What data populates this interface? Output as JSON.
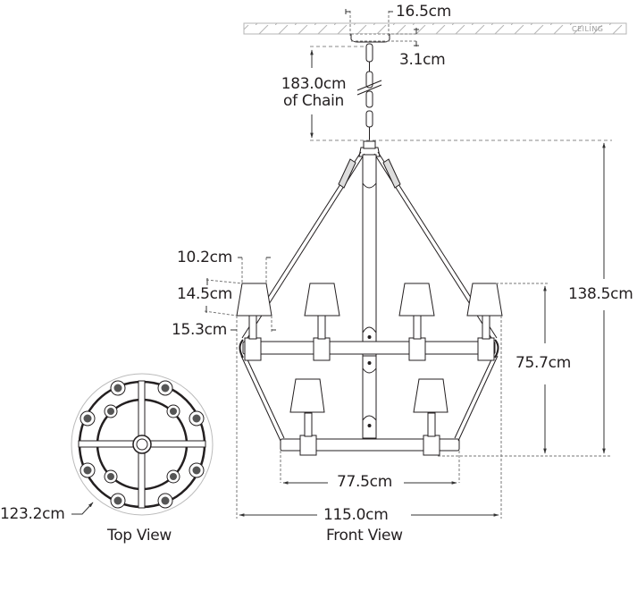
{
  "diagram": {
    "type": "dimensioned product drawing",
    "subject": "chandelier",
    "ceiling_label": "CEILING",
    "views": {
      "front": {
        "label": "Front View"
      },
      "top": {
        "label": "Top View"
      }
    },
    "dimensions": {
      "canopy_width": "16.5cm",
      "canopy_height": "3.1cm",
      "chain_length": "183.0cm",
      "chain_suffix": "of Chain",
      "shade_top_width": "10.2cm",
      "shade_height": "14.5cm",
      "shade_bottom_width": "15.3cm",
      "overall_height": "138.5cm",
      "body_height": "75.7cm",
      "lower_ring_width": "77.5cm",
      "overall_width": "115.0cm",
      "top_view_diameter": "123.2cm"
    },
    "colors": {
      "line": "#231f20",
      "dim_line": "#555555",
      "dashed": "#8a8a8a",
      "ceiling_hatch": "#b5b5b5"
    }
  }
}
